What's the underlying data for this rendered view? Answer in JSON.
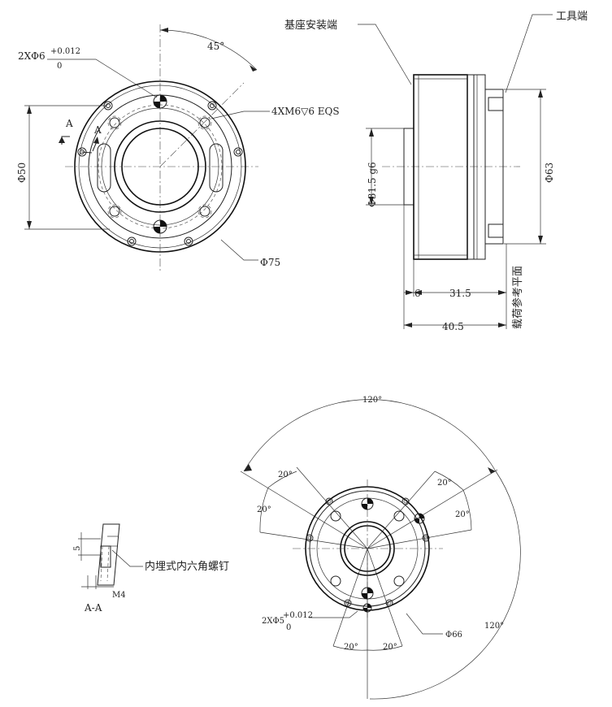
{
  "front_view": {
    "angle_45": "45°",
    "hole_callout_main": "2XΦ6",
    "hole_callout_tol_upper": "+0.012",
    "hole_callout_tol_lower": "0",
    "thread_callout": "4XM6▽6 EQS",
    "dia_50": "Φ50",
    "dia_75": "Φ75",
    "section_mark_1": "A",
    "section_mark_2": "A"
  },
  "side_view": {
    "base_end": "基座安装端",
    "tool_end": "工具端",
    "dia_31_5": "Φ31.5 g6",
    "dia_63": "Φ63",
    "dim_6": "6",
    "dim_31_5": "31.5",
    "dim_40_5": "40.5",
    "load_plane": "载荷参考平面"
  },
  "section_view": {
    "dim_5": "5",
    "dim_m4": "M4",
    "screw_note": "内埋式内六角螺钉",
    "section_title": "A-A"
  },
  "back_view": {
    "angle_120_top": "120°",
    "angle_120_right": "120°",
    "angle_20_a": "20°",
    "angle_20_b": "20°",
    "angle_20_c": "20°",
    "angle_20_d": "20°",
    "angle_20_e": "20°",
    "angle_20_f": "20°",
    "hole_callout_main": "2XΦ5",
    "hole_callout_tol_upper": "+0.012",
    "hole_callout_tol_lower": "0",
    "dia_66": "Φ66"
  }
}
